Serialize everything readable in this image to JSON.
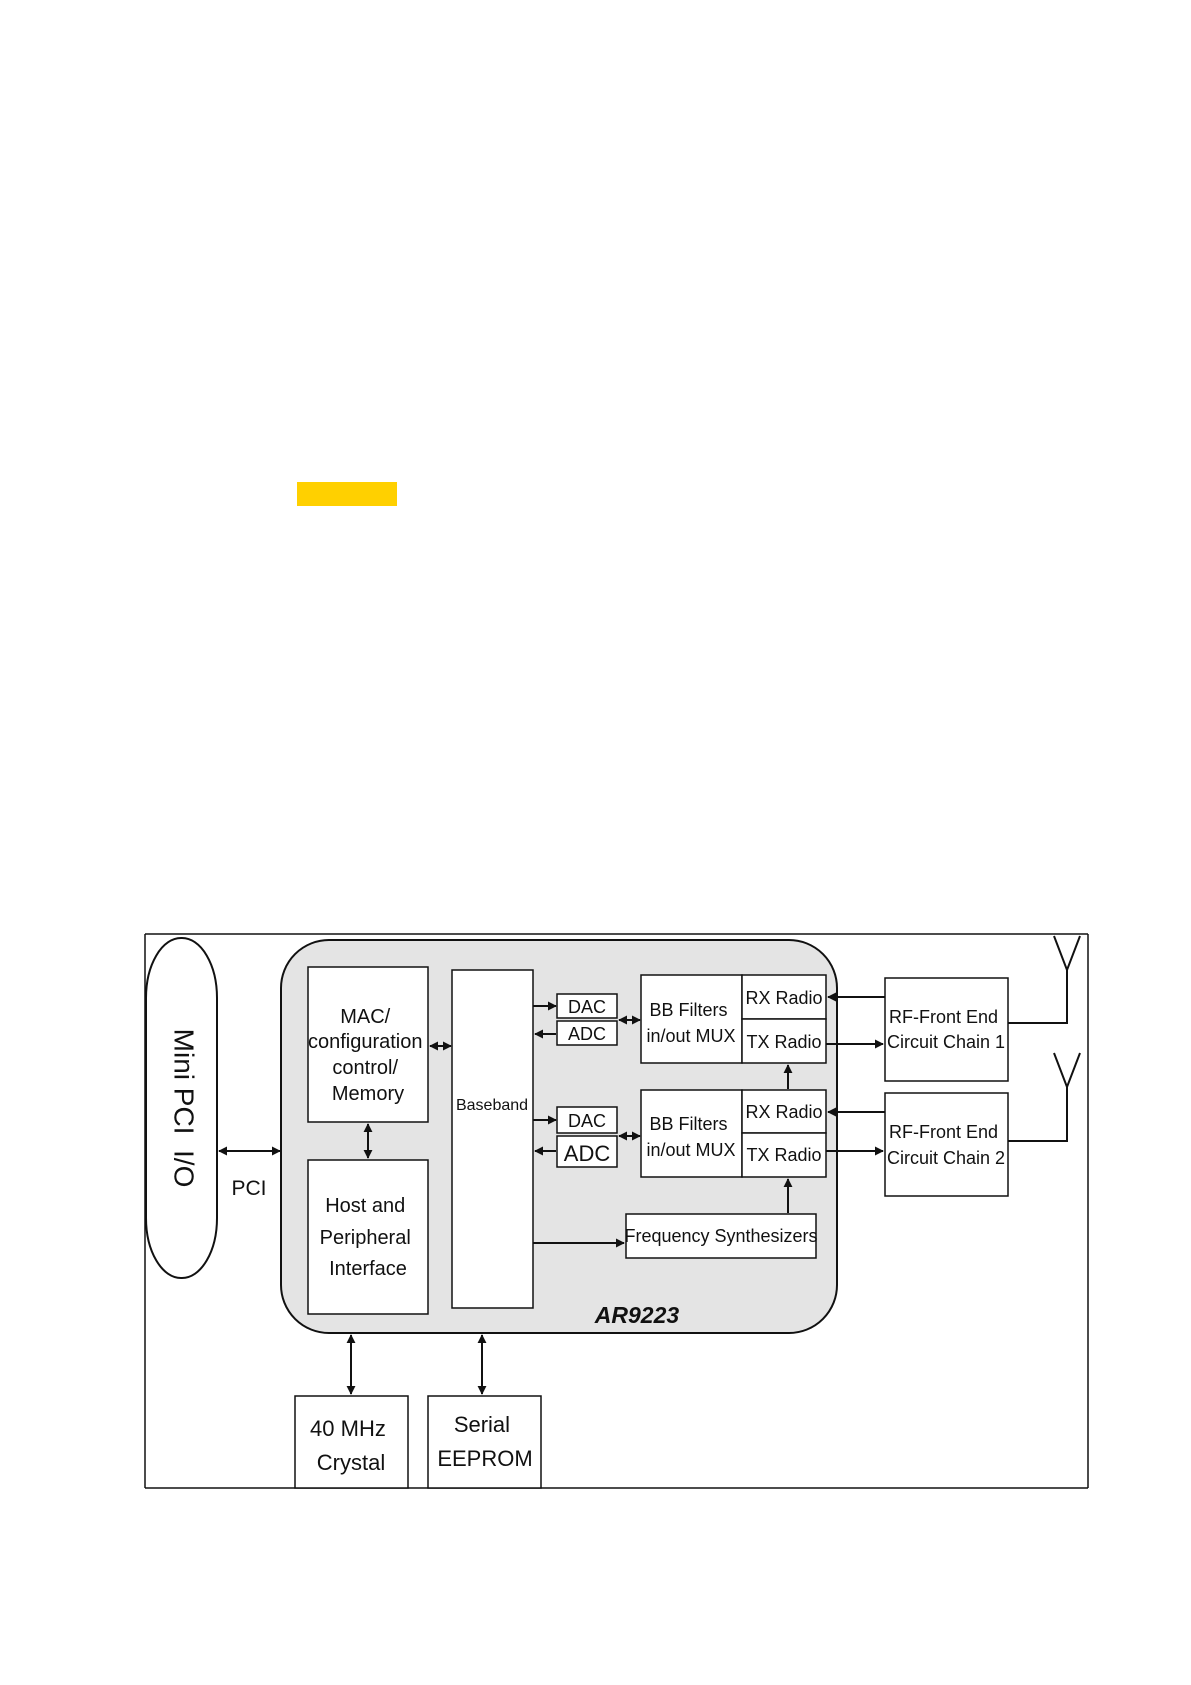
{
  "colors": {
    "highlight": "#FFD000",
    "chip_fill": "#E4E4E4",
    "line": "#111111"
  },
  "diagram": {
    "mini_pci_label": "Mini PCI  I/O",
    "pci_label": "PCI",
    "chip_label": "AR9223",
    "mac_lines": [
      "MAC/",
      "configuration",
      "control/",
      "Memory"
    ],
    "host_lines": [
      "Host and",
      "Peripheral",
      "Interface"
    ],
    "baseband_label": "Baseband",
    "dac_label": "DAC",
    "adc_label": "ADC",
    "bb_filter_lines": [
      "BB Filters",
      "in/out MUX"
    ],
    "rx_radio_label": "RX Radio",
    "tx_radio_label": "TX Radio",
    "freq_synth_label": "Frequency Synthesizers",
    "rf_chain1_lines": [
      "RF-Front End",
      "Circuit Chain 1"
    ],
    "rf_chain2_lines": [
      "RF-Front End",
      "Circuit Chain 2"
    ],
    "crystal_lines": [
      "40 MHz",
      "Crystal"
    ],
    "eeprom_lines": [
      "Serial",
      "EEPROM"
    ]
  }
}
